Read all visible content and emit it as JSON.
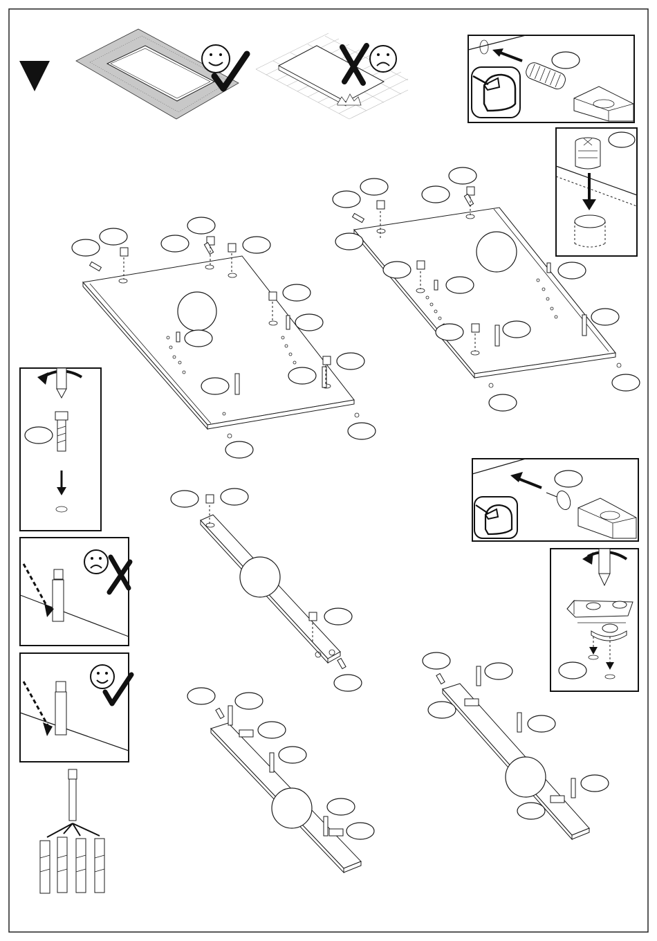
{
  "page": {
    "figure": "assembly-instruction-sheet"
  },
  "icons": {
    "warning": "warning-triangle-icon",
    "correct": "smiley-check-icon",
    "incorrect": "frown-cross-icon",
    "eye_protection": "safety-glasses-icon"
  },
  "steps": [
    {
      "name": "panel-top-left",
      "parts": [
        "cam-lock",
        "dowel",
        "screw-bolt"
      ]
    },
    {
      "name": "panel-top-right",
      "parts": [
        "cam-lock",
        "dowel",
        "screw-bolt"
      ]
    },
    {
      "name": "narrow-panel",
      "parts": [
        "cam-lock",
        "dowel"
      ]
    },
    {
      "name": "strip-bottom-left",
      "parts": [
        "dowel",
        "screw-bolt",
        "bracket"
      ]
    },
    {
      "name": "strip-bottom-right",
      "parts": [
        "dowel",
        "screw-bolt",
        "bracket"
      ]
    }
  ],
  "colors": {
    "ink": "#1a1a1a",
    "paper": "#ffffff",
    "mat": "#c8c8c8"
  }
}
